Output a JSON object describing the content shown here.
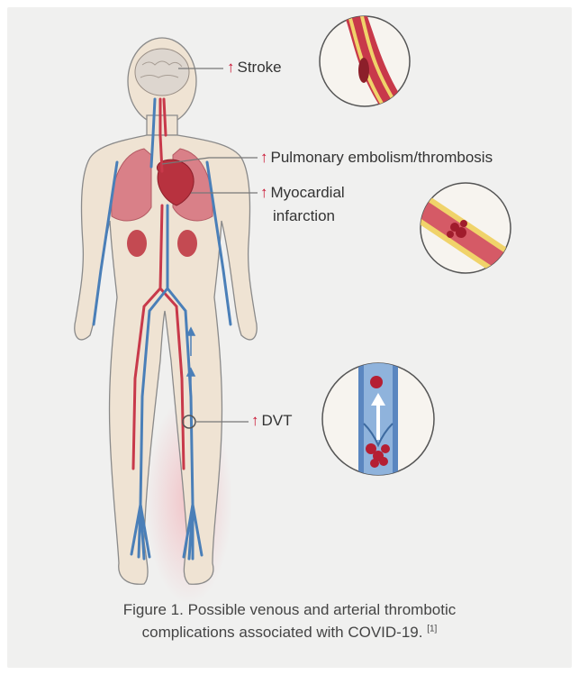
{
  "labels": {
    "stroke": "Stroke",
    "pulmonary": "Pulmonary embolism/thrombosis",
    "myocardial_line1": "Myocardial",
    "myocardial_line2": "infarction",
    "dvt": "DVT",
    "increase_symbol": "↑"
  },
  "caption": {
    "line1": "Figure 1. Possible venous and arterial thrombotic",
    "line2": "complications associated with COVID-19.",
    "reference": "[1]"
  },
  "colors": {
    "background": "#f0f0ef",
    "skin": "#efe3d3",
    "outline": "#8a8a8a",
    "artery": "#c8394a",
    "vein": "#4a7fb8",
    "leader_line": "#777777",
    "increase_arrow": "#c8102e",
    "dvt_glow": "#f3a0a8"
  },
  "icons": {
    "increase": "up-arrow-icon"
  }
}
